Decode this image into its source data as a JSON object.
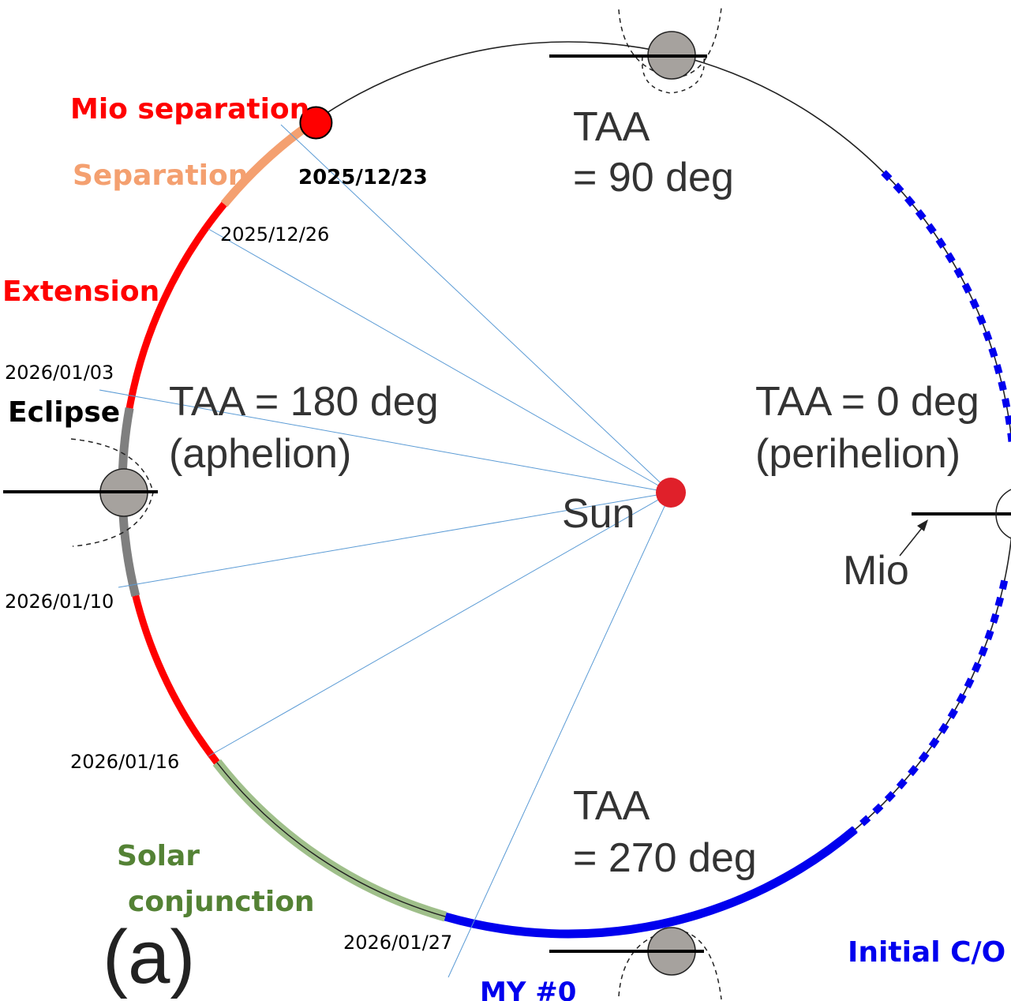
{
  "colors": {
    "red": "#ff0000",
    "salmon": "#f4a070",
    "gray_band": "#7f7f7f",
    "green_band": "#9fbf8a",
    "blue": "#0000ee",
    "sun": "#e0202a",
    "mercury": "#a6a29e",
    "thin_line": "#5b9bd5",
    "green_text": "#548235"
  },
  "labels": {
    "mio_separation": "Mio separation",
    "separation": "Separation",
    "extension": "Extension",
    "eclipse": "Eclipse",
    "solar": "Solar",
    "conjunction": "conjunction",
    "initial_co": "Initial C/O",
    "my0": "MY #0",
    "panel": "(a)",
    "sun": "Sun",
    "mio": "Mio"
  },
  "dates": {
    "d1": "2025/12/23",
    "d2": "2025/12/26",
    "d3": "2026/01/03",
    "d4": "2026/01/10",
    "d5": "2026/01/16",
    "d6": "2026/01/27"
  },
  "taa": {
    "t90_line1": "TAA",
    "t90_line2": "= 90 deg",
    "t180_line1": "TAA = 180 deg",
    "t180_line2": "(aphelion)",
    "t0_line1": "TAA = 0 deg",
    "t0_line2": "(perihelion)",
    "t270_line1": "TAA",
    "t270_line2": "= 270 deg"
  }
}
